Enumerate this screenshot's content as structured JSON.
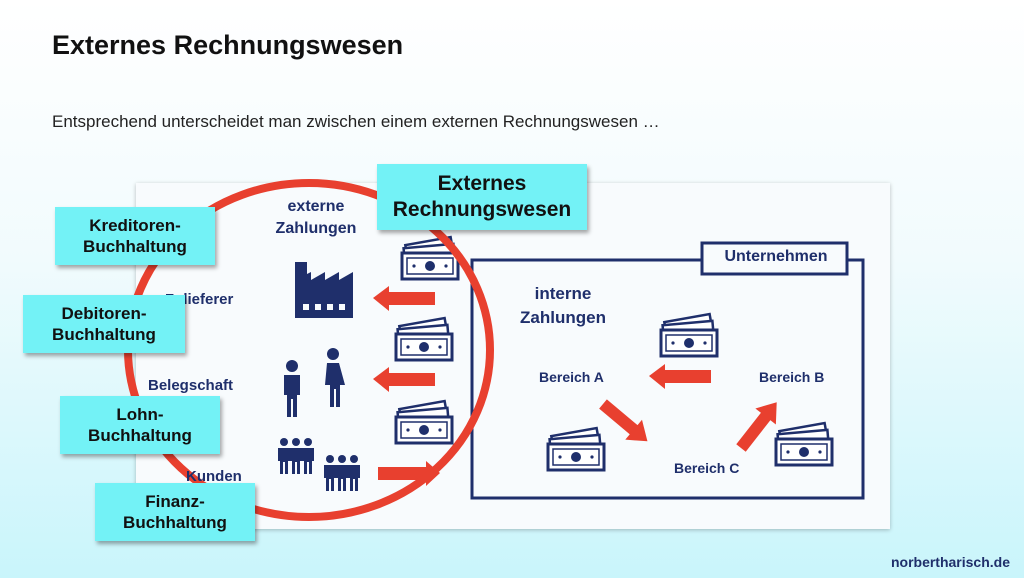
{
  "title": "Externes Rechnungswesen",
  "subtitle": "Entsprechend unterscheidet man zwischen einem externen Rechnungswesen …",
  "highlight_box": {
    "line1": "Externes",
    "line2": "Rechnungswesen"
  },
  "external": {
    "payments_line1": "externe",
    "payments_line2": "Zahlungen",
    "supplier": "Zulieferer",
    "staff": "Belegschaft",
    "customers": "Kunden"
  },
  "company": {
    "label": "Unternehmen",
    "internal_line1": "interne",
    "internal_line2": "Zahlungen",
    "area_a": "Bereich A",
    "area_b": "Bereich B",
    "area_c": "Bereich C"
  },
  "side_boxes": [
    {
      "line1": "Kreditoren-",
      "line2": "Buchhaltung"
    },
    {
      "line1": "Debitoren-",
      "line2": "Buchhaltung"
    },
    {
      "line1": "Lohn-",
      "line2": "Buchhaltung"
    },
    {
      "line1": "Finanz-",
      "line2": "Buchhaltung"
    }
  ],
  "footer": "norbertharisch.de",
  "colors": {
    "navy": "#1f2f6b",
    "arrow": "#e8402f",
    "box": "#73f2f6",
    "circle": "#e8402f"
  },
  "icons": [
    "factory-icon",
    "man-icon",
    "woman-icon",
    "group-icon",
    "cash-icon"
  ]
}
